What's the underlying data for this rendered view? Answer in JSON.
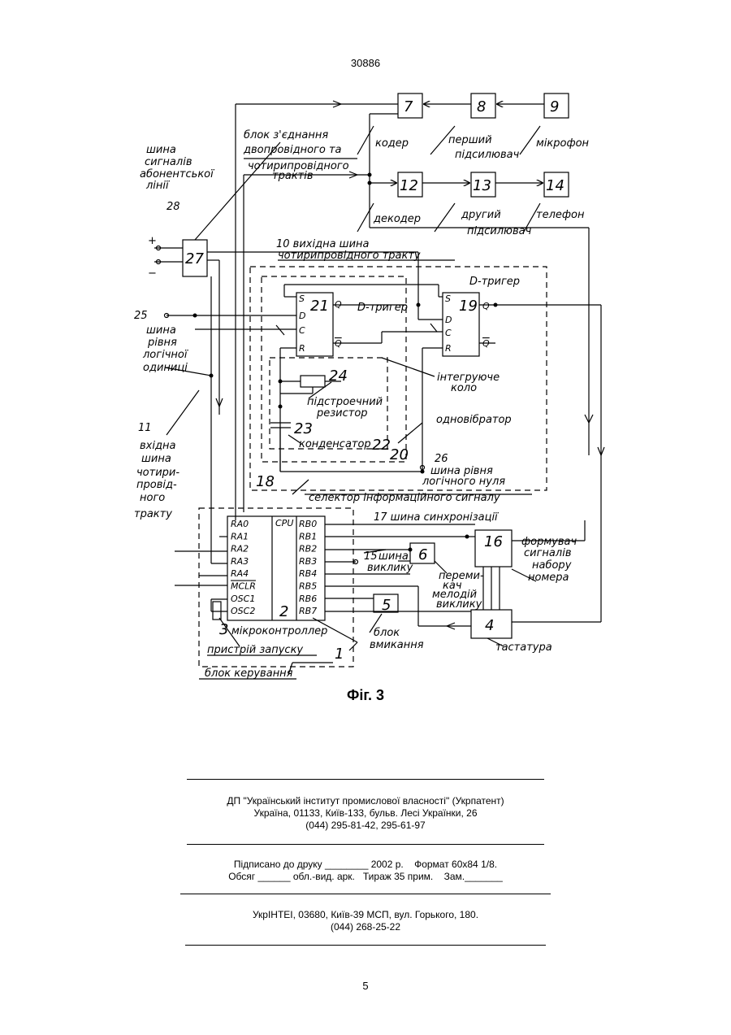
{
  "header": {
    "page_number_top": "30886"
  },
  "figure": {
    "caption": "Фіг. 3",
    "blocks": {
      "b7": "7",
      "b8": "8",
      "b9": "9",
      "b12": "12",
      "b13": "13",
      "b14": "14",
      "b27": "27",
      "b21": "21",
      "b19": "19",
      "b16": "16",
      "b6": "6",
      "b5": "5",
      "b4": "4",
      "b3": "3",
      "b2": "2",
      "b24": "24",
      "b23": "23",
      "b22": "22",
      "b20": "20",
      "b18": "18",
      "b1": "1"
    },
    "labels": {
      "koder": "кодер",
      "pershyi": "перший",
      "pidsyliuvach1": "підсилювач",
      "mikrofon": "мікрофон",
      "dekoder": "декодер",
      "druhyi": "другий",
      "pidsyliuvach2": "підсилювач",
      "telefon": "телефон",
      "blok_zednannia_1": "блок з'єднання",
      "blok_zednannia_2": "двопровідного та",
      "blok_zednannia_3": "чотирипровідного",
      "blok_zednannia_4": "трактів",
      "shyna_sygnaliv_1": "шина",
      "shyna_sygnaliv_2": "сигналів",
      "shyna_sygnaliv_3": "абонентської",
      "shyna_sygnaliv_4": "лінії",
      "n28": "28",
      "plus": "+",
      "minus": "−",
      "vykhidna_1": "10 вихідна шина",
      "vykhidna_2": "чотирипровідного тракту",
      "d_tryger_1": "D-тригер",
      "d_tryger_2": "D-тригер",
      "n25": "25",
      "shyna_rivnia_1": "шина",
      "shyna_rivnia_2": "рівня",
      "shyna_rivnia_3": "логічної",
      "shyna_rivnia_4": "одиниці",
      "intehruiuche_1": "інтегруюче",
      "intehruiuche_2": "коло",
      "pidstroiechnyi_1": "підстроечний",
      "pidstroiechnyi_2": "резистор",
      "odnovibrator": "одновібратор",
      "kondensator": "конденсатор",
      "n11": "11",
      "vkhidna_1": "вхідна",
      "vkhidna_2": "шина",
      "vkhidna_3": "чотири-",
      "vkhidna_4": "провід-",
      "vkhidna_5": "ного",
      "vkhidna_6": "тракту",
      "n26": "26",
      "nul_1": "шина рівня",
      "nul_2": "логічного нуля",
      "selektor": "селектор інформаційного сигналу",
      "synkhronizatsii": "17 шина синхронізації",
      "formuvach_1": "формувач",
      "formuvach_2": "сигналів",
      "formuvach_3": "набору",
      "formuvach_4": "номера",
      "n15": "15",
      "vyklyku_1": "шина",
      "vyklyku_2": "виклику",
      "peremykach_1": "переми-",
      "peremykach_2": "кач",
      "peremykach_3": "мелодій",
      "peremykach_4": "виклику",
      "blok_vmykannia_1": "блок",
      "blok_vmykannia_2": "вмикання",
      "mikrokontroller": "мікроконтроллер",
      "prystrii_zapusku": "пристрій запуску",
      "tastatura": "тастатура",
      "blok_keruvannia": "блок керування"
    },
    "cpu": {
      "cpu_label": "CPU",
      "left_pins": [
        "RA0",
        "RA1",
        "RA2",
        "RA3",
        "RA4",
        "MCLR",
        "OSC1",
        "OSC2"
      ],
      "right_pins": [
        "RB0",
        "RB1",
        "RB2",
        "RB3",
        "RB4",
        "RB5",
        "RB6",
        "RB7"
      ]
    },
    "ff21_pins": {
      "s": "S",
      "d": "D",
      "c": "C",
      "r": "R",
      "q": "Q",
      "nq": "Q"
    },
    "ff19_pins": {
      "s": "S",
      "d": "D",
      "c": "C",
      "r": "R",
      "q": "Q",
      "nq": "Q"
    }
  },
  "imprint": {
    "line1": "ДП \"Український інститут промислової власності\" (Укрпатент)",
    "line2": "Україна, 01133, Київ-133, бульв. Лесі Українки, 26",
    "line3": "(044) 295-81-42, 295-61-97",
    "line4": "Підписано до друку ________ 2002 р.    Формат 60x84 1/8.",
    "line5": "Обсяг ______ обл.-вид. арк.   Тираж 35 прим.    Зам._______",
    "line6": "УкрІНТЕІ, 03680, Київ-39 МСП, вул. Горького, 180.",
    "line7": "(044) 268-25-22"
  },
  "footer": {
    "page_number_bottom": "5"
  }
}
